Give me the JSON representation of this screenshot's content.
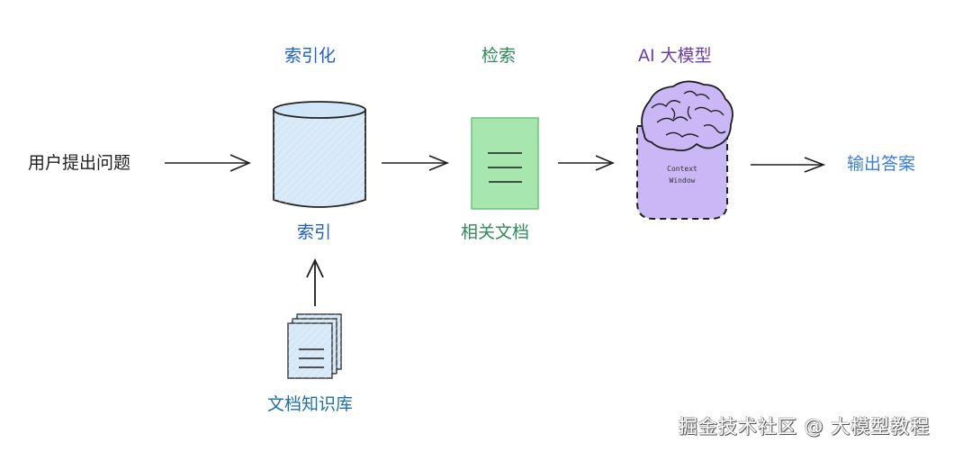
{
  "diagram": {
    "title": "RAG 检索增强生成流程",
    "stages": {
      "indexing_label": "索引化",
      "retrieval_label": "检索",
      "llm_label": "AI 大模型"
    },
    "nodes": {
      "user_question": "用户提出问题",
      "index": "索引",
      "relevant_docs": "相关文档",
      "context_window_line1": "Context",
      "context_window_line2": "Window",
      "output_answer": "输出答案",
      "knowledge_base": "文档知识库"
    },
    "colors": {
      "index_fill": "#d6e8f7",
      "docs_fill": "#a8e6b0",
      "brain_fill": "#c9b8f5",
      "stage_blue": "#1f5fbf",
      "stage_green": "#2f8a5a",
      "stage_purple": "#6a3fa8",
      "output_blue": "#3b7de0"
    }
  },
  "watermark": "掘金技术社区 @ 大模型教程"
}
